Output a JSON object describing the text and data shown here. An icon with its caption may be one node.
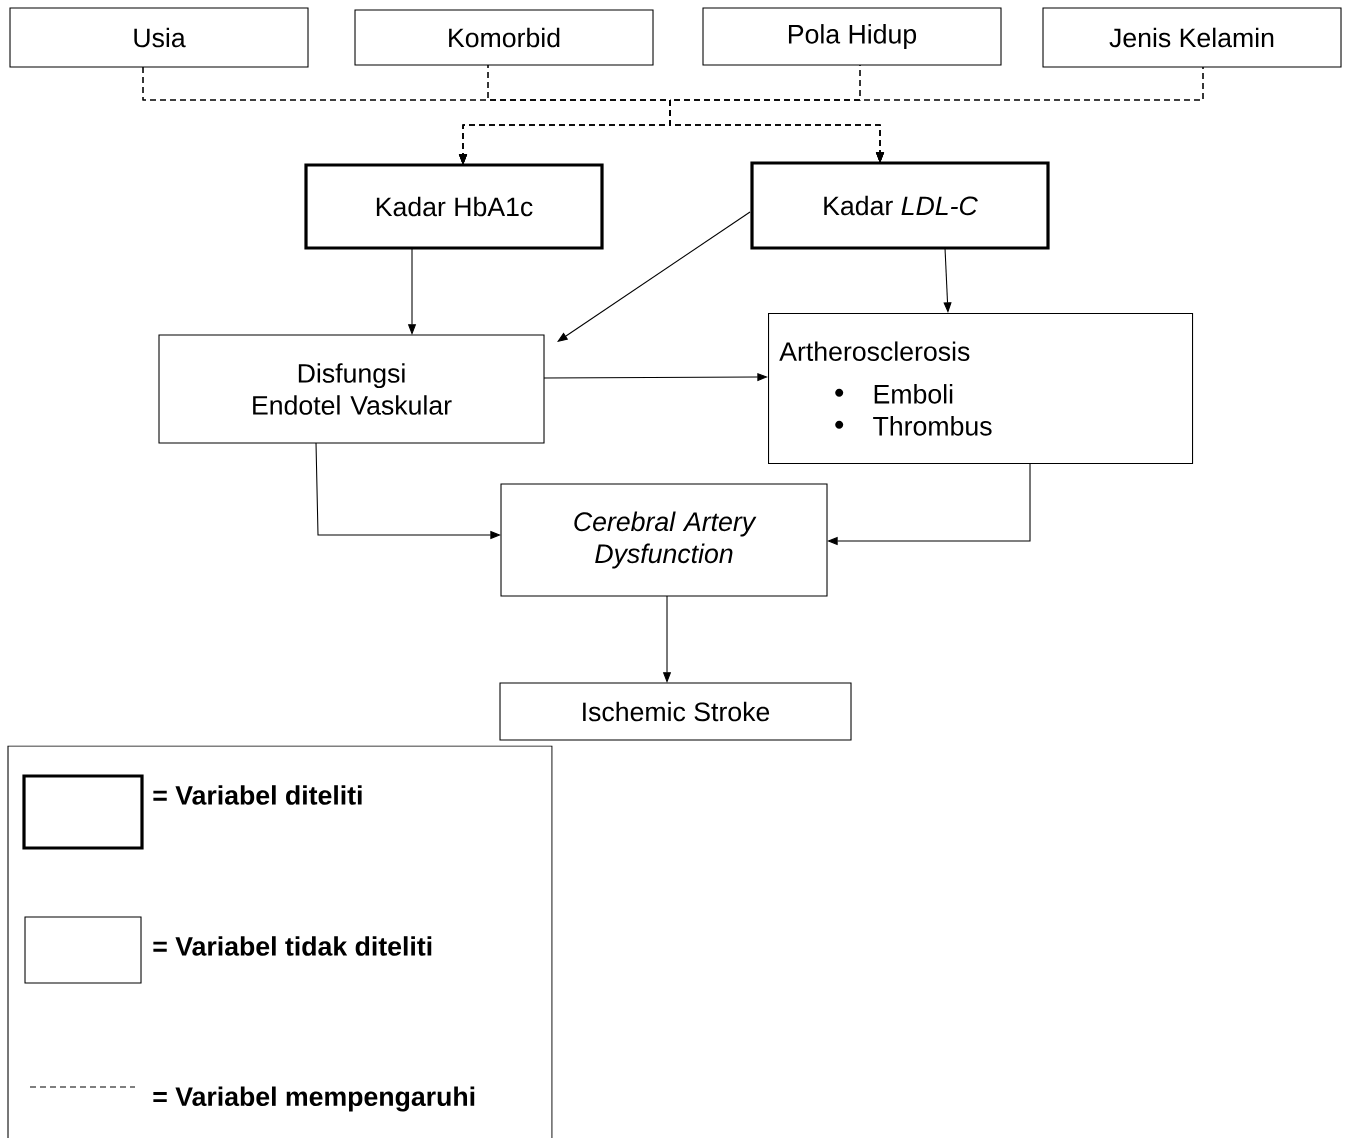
{
  "diagram": {
    "nodes": [
      {
        "text": [
          "Usia"
        ]
      },
      {
        "text": [
          "Komorbid"
        ]
      },
      {
        "text": [
          "Pola Hidup"
        ]
      },
      {
        "text": [
          "Jenis Kelamin"
        ]
      },
      {
        "text": [
          "Kadar HbA1c"
        ]
      },
      {
        "text": [
          "Kadar *LDL-C*"
        ]
      },
      {
        "text": [
          "Disfungsi Endotel Vaskular"
        ]
      },
      {
        "text": [
          "Artherosclerosis",
          "Emboli",
          "Thrombus"
        ]
      },
      {
        "text": [
          "Cerebral Artery Dysfunction"
        ]
      },
      {
        "text": [
          "Ischemic Stroke"
        ]
      }
    ],
    "edges": [
      {
        "from": 0,
        "to": 4,
        "arrow": "to",
        "style": "dashed"
      },
      {
        "from": 1,
        "to": 4,
        "arrow": "to",
        "style": "dashed"
      },
      {
        "from": 2,
        "to": 4,
        "arrow": "to",
        "style": "dashed"
      },
      {
        "from": 3,
        "to": 4,
        "arrow": "to",
        "style": "dashed"
      },
      {
        "from": 0,
        "to": 5,
        "arrow": "to",
        "style": "dashed"
      },
      {
        "from": 1,
        "to": 5,
        "arrow": "to",
        "style": "dashed"
      },
      {
        "from": 2,
        "to": 5,
        "arrow": "to",
        "style": "dashed"
      },
      {
        "from": 3,
        "to": 5,
        "arrow": "to",
        "style": "dashed"
      },
      {
        "from": 4,
        "to": 6,
        "arrow": "to"
      },
      {
        "from": 5,
        "to": 6,
        "arrow": "to"
      },
      {
        "from": 5,
        "to": 7,
        "arrow": "to"
      },
      {
        "from": 6,
        "to": 7,
        "arrow": "to"
      },
      {
        "from": 6,
        "to": 8,
        "arrow": "to"
      },
      {
        "from": 7,
        "to": 8,
        "arrow": "to"
      },
      {
        "from": 8,
        "to": 9,
        "arrow": "to"
      }
    ],
    "legend": [
      {
        "text": "= Variabel diteliti"
      },
      {
        "text": "= Variabel tidak diteliti"
      },
      {
        "text": "= Variabel mempengaruhi"
      }
    ]
  }
}
